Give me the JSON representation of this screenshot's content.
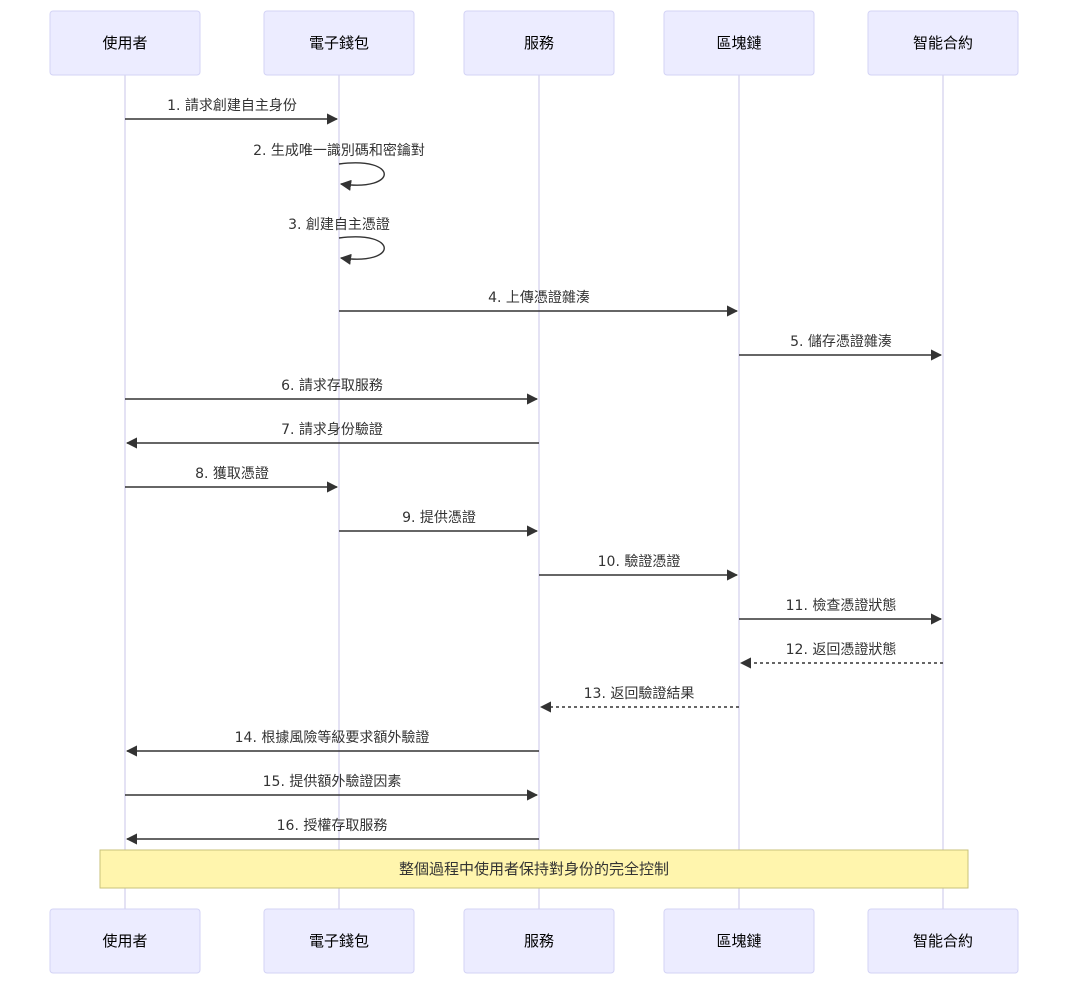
{
  "actors": [
    "使用者",
    "電子錢包",
    "服務",
    "區塊鏈",
    "智能合約"
  ],
  "messages": [
    {
      "from": 0,
      "to": 1,
      "text": "1. 請求創建自主身份",
      "dashed": false
    },
    {
      "from": 1,
      "to": 1,
      "text": "2. 生成唯一識別碼和密鑰對",
      "dashed": false
    },
    {
      "from": 1,
      "to": 1,
      "text": "3. 創建自主憑證",
      "dashed": false
    },
    {
      "from": 1,
      "to": 3,
      "text": "4. 上傳憑證雜湊",
      "dashed": false
    },
    {
      "from": 3,
      "to": 4,
      "text": "5. 儲存憑證雜湊",
      "dashed": false
    },
    {
      "from": 0,
      "to": 2,
      "text": "6. 請求存取服務",
      "dashed": false
    },
    {
      "from": 2,
      "to": 0,
      "text": "7. 請求身份驗證",
      "dashed": false
    },
    {
      "from": 0,
      "to": 1,
      "text": "8. 獲取憑證",
      "dashed": false
    },
    {
      "from": 1,
      "to": 2,
      "text": "9. 提供憑證",
      "dashed": false
    },
    {
      "from": 2,
      "to": 3,
      "text": "10. 驗證憑證",
      "dashed": false
    },
    {
      "from": 3,
      "to": 4,
      "text": "11. 檢查憑證狀態",
      "dashed": false
    },
    {
      "from": 4,
      "to": 3,
      "text": "12. 返回憑證狀態",
      "dashed": true
    },
    {
      "from": 3,
      "to": 2,
      "text": "13. 返回驗證結果",
      "dashed": true
    },
    {
      "from": 2,
      "to": 0,
      "text": "14. 根據風險等級要求額外驗證",
      "dashed": false
    },
    {
      "from": 0,
      "to": 2,
      "text": "15. 提供額外驗證因素",
      "dashed": false
    },
    {
      "from": 2,
      "to": 0,
      "text": "16. 授權存取服務",
      "dashed": false
    }
  ],
  "note": {
    "text": "整個過程中使用者保持對身份的完全控制"
  }
}
